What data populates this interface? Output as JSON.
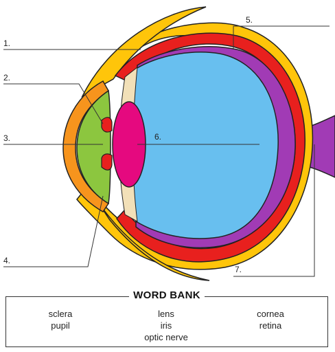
{
  "labels": [
    "1.",
    "2.",
    "3.",
    "4.",
    "5.",
    "6.",
    "7."
  ],
  "word_bank": {
    "title": "WORD BANK",
    "columns": [
      [
        "sclera",
        "pupil"
      ],
      [
        "lens",
        "iris",
        "optic nerve"
      ],
      [
        "cornea",
        "retina"
      ]
    ]
  },
  "colors": {
    "sclera_outer": "#FFC50A",
    "choroid": "#E8201E",
    "retina": "#A13BB5",
    "vitreous": "#68BFEF",
    "lens": "#E5097F",
    "cornea": "#8CC63F",
    "iris_ring": "#F7941D",
    "optic_nerve": "#A13BB5"
  }
}
